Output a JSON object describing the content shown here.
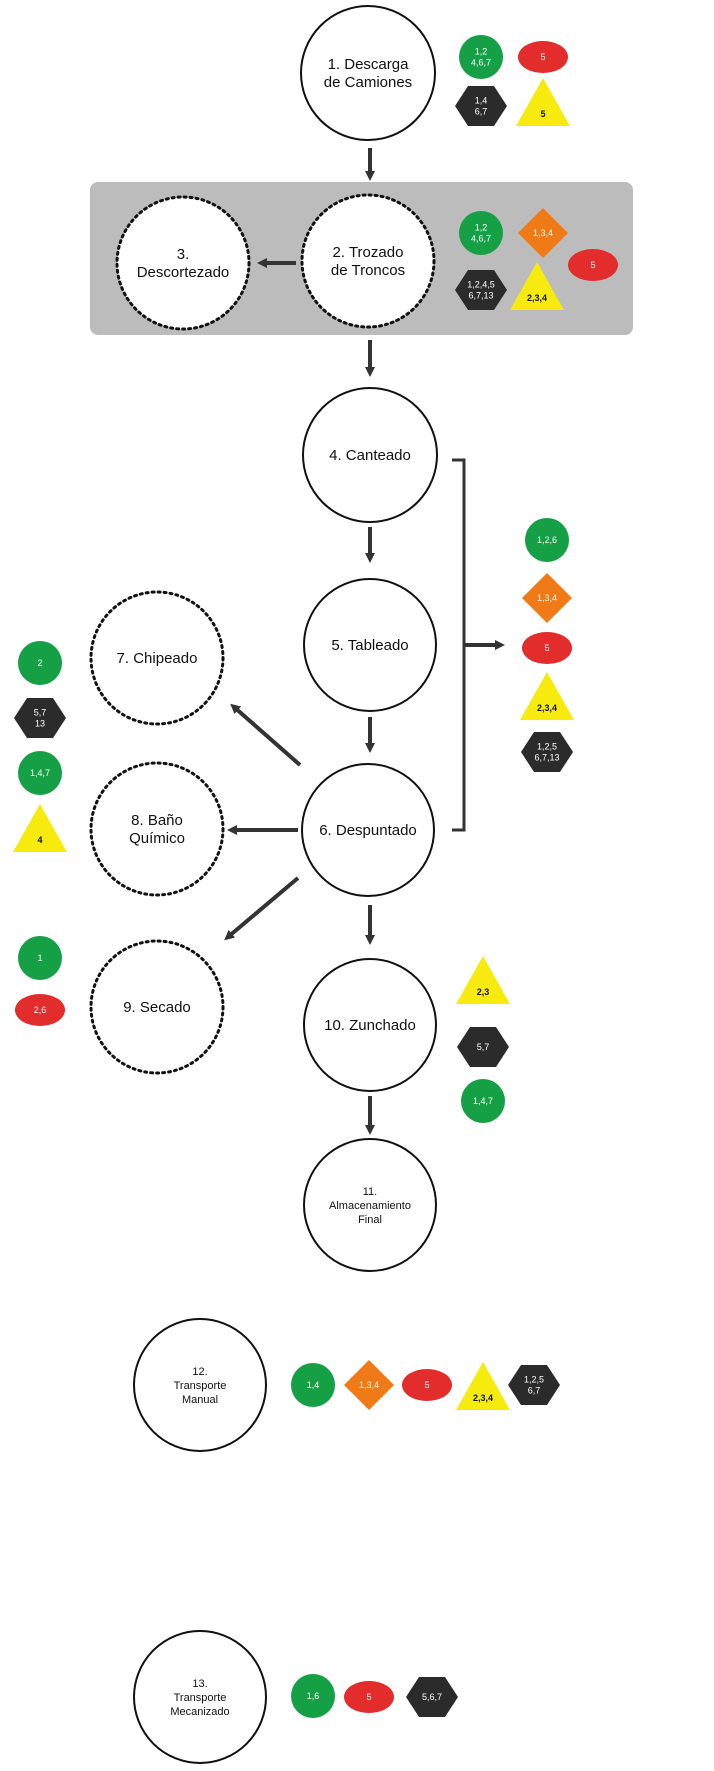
{
  "colors": {
    "green": "#16a046",
    "red": "#e32c2c",
    "orange": "#f07a16",
    "yellow": "#f6ea0e",
    "black": "#2b2b2b",
    "highlight_box": "#bcbcbc"
  },
  "nodes": {
    "n1": [
      "1. Descarga",
      "de Camiones"
    ],
    "n2": [
      "2. Trozado",
      "de Troncos"
    ],
    "n3": [
      "3.",
      "Descortezado"
    ],
    "n4": [
      "4. Canteado"
    ],
    "n5": [
      "5. Tableado"
    ],
    "n6": [
      "6. Despuntado"
    ],
    "n7": [
      "7. Chipeado"
    ],
    "n8": [
      "8. Baño",
      "Químico"
    ],
    "n9": [
      "9. Secado"
    ],
    "n10": [
      "10. Zunchado"
    ],
    "n11": [
      "11.",
      "Almacenamiento",
      "Final"
    ],
    "n12": [
      "12.",
      "Transporte",
      "Manual"
    ],
    "n13": [
      "13.",
      "Transporte",
      "Mecanizado"
    ]
  },
  "badges": {
    "n1": [
      {
        "shape": "circle",
        "color": "green",
        "lines": [
          "1,2",
          "4,6,7"
        ]
      },
      {
        "shape": "ellipse",
        "color": "red",
        "lines": [
          "5"
        ]
      },
      {
        "shape": "hexagon",
        "color": "black",
        "lines": [
          "1,4",
          "6,7"
        ]
      },
      {
        "shape": "triangle",
        "color": "yellow",
        "lines": [
          "5"
        ]
      }
    ],
    "n2": [
      {
        "shape": "circle",
        "color": "green",
        "lines": [
          "1,2",
          "4,6,7"
        ]
      },
      {
        "shape": "diamond",
        "color": "orange",
        "lines": [
          "1,3,4"
        ]
      },
      {
        "shape": "ellipse",
        "color": "red",
        "lines": [
          "5"
        ]
      },
      {
        "shape": "hexagon",
        "color": "black",
        "lines": [
          "1,2,4,5",
          "6,7,13"
        ]
      },
      {
        "shape": "triangle",
        "color": "yellow",
        "lines": [
          "2,3,4"
        ]
      }
    ],
    "group_4_5_6": [
      {
        "shape": "circle",
        "color": "green",
        "lines": [
          "1,2,6"
        ]
      },
      {
        "shape": "diamond",
        "color": "orange",
        "lines": [
          "1,3,4"
        ]
      },
      {
        "shape": "ellipse",
        "color": "red",
        "lines": [
          "5"
        ]
      },
      {
        "shape": "triangle",
        "color": "yellow",
        "lines": [
          "2,3,4"
        ]
      },
      {
        "shape": "hexagon",
        "color": "black",
        "lines": [
          "1,2,5",
          "6,7,13"
        ]
      }
    ],
    "n7": [
      {
        "shape": "circle",
        "color": "green",
        "lines": [
          "2"
        ]
      },
      {
        "shape": "hexagon",
        "color": "black",
        "lines": [
          "5,7",
          "13"
        ]
      }
    ],
    "n8": [
      {
        "shape": "circle",
        "color": "green",
        "lines": [
          "1,4,7"
        ]
      },
      {
        "shape": "triangle",
        "color": "yellow",
        "lines": [
          "4"
        ]
      }
    ],
    "n9": [
      {
        "shape": "circle",
        "color": "green",
        "lines": [
          "1"
        ]
      },
      {
        "shape": "ellipse",
        "color": "red",
        "lines": [
          "2,6"
        ]
      }
    ],
    "n10": [
      {
        "shape": "triangle",
        "color": "yellow",
        "lines": [
          "2,3"
        ]
      },
      {
        "shape": "hexagon",
        "color": "black",
        "lines": [
          "5,7"
        ]
      },
      {
        "shape": "circle",
        "color": "green",
        "lines": [
          "1,4,7"
        ]
      }
    ],
    "n12": [
      {
        "shape": "circle",
        "color": "green",
        "lines": [
          "1,4"
        ]
      },
      {
        "shape": "diamond",
        "color": "orange",
        "lines": [
          "1,3,4"
        ]
      },
      {
        "shape": "ellipse",
        "color": "red",
        "lines": [
          "5"
        ]
      },
      {
        "shape": "triangle",
        "color": "yellow",
        "lines": [
          "2,3,4"
        ]
      },
      {
        "shape": "hexagon",
        "color": "black",
        "lines": [
          "1,2,5",
          "6,7"
        ]
      }
    ],
    "n13": [
      {
        "shape": "circle",
        "color": "green",
        "lines": [
          "1,6"
        ]
      },
      {
        "shape": "ellipse",
        "color": "red",
        "lines": [
          "5"
        ]
      },
      {
        "shape": "hexagon",
        "color": "black",
        "lines": [
          "5,6,7"
        ]
      }
    ]
  }
}
